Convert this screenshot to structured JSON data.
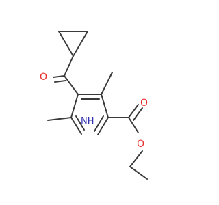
{
  "molecule": {
    "atoms": {
      "o_ketone": "O",
      "o_carbonyl": "O",
      "o_ester": "O",
      "nh": "NH"
    },
    "colors": {
      "bond": "#3a3a3a",
      "oxygen": "#e8302f",
      "nitrogen": "#2f2fb0",
      "background": "#ffffff"
    }
  }
}
